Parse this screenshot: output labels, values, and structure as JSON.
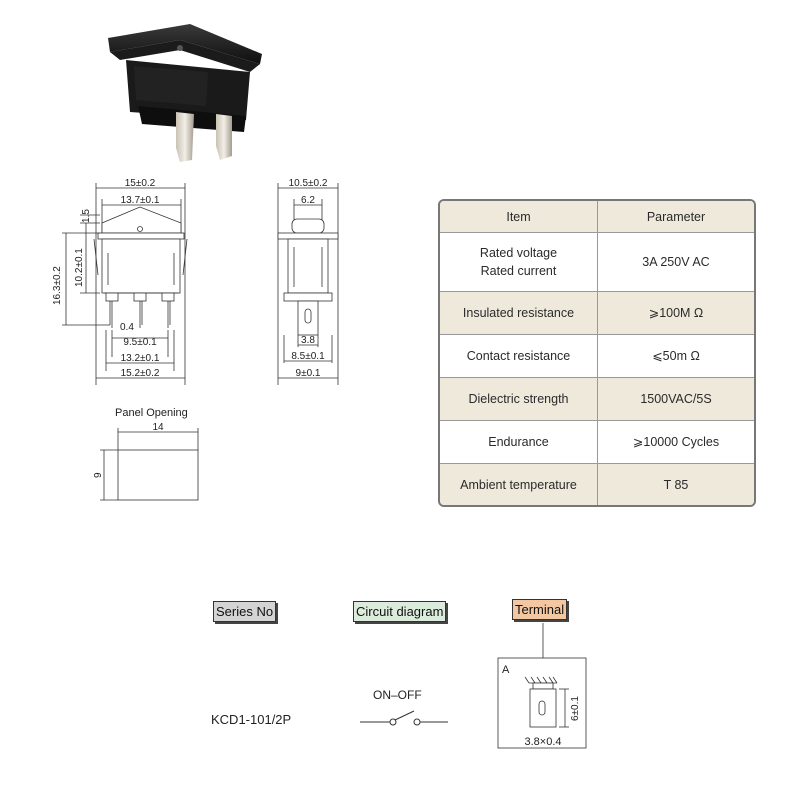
{
  "dimensions_front": {
    "top1": "15±0.2",
    "top2": "13.7±0.1",
    "left_small": "1.5",
    "left_mid": "10.2±0.1",
    "left_total": "16.3±0.2",
    "pin": "0.4",
    "b1": "9.5±0.1",
    "b2": "13.2±0.1",
    "b3": "15.2±0.2"
  },
  "dimensions_side": {
    "top1": "10.5±0.2",
    "top2": "6.2",
    "b0": "3.8",
    "b1": "8.5±0.1",
    "b2": "9±0.1"
  },
  "panel": {
    "title": "Panel Opening",
    "width": "14",
    "height": "9"
  },
  "spec_table": {
    "header": {
      "item": "Item",
      "parameter": "Parameter"
    },
    "rows": [
      {
        "item": "Rated voltage",
        "item2": "Rated current",
        "parameter": "3A 250V AC",
        "bg": "white"
      },
      {
        "item": "Insulated resistance",
        "parameter": "⩾100M Ω",
        "bg": "beige"
      },
      {
        "item": "Contact resistance",
        "parameter": "⩽50m Ω",
        "bg": "white"
      },
      {
        "item": "Dielectric strength",
        "parameter": "1500VAC/5S",
        "bg": "beige"
      },
      {
        "item": "Endurance",
        "parameter": "⩾10000 Cycles",
        "bg": "white"
      },
      {
        "item": "Ambient temperature",
        "parameter": "T 85",
        "bg": "beige"
      }
    ]
  },
  "labels": {
    "series_no": "Series No",
    "circuit_diagram": "Circuit diagram",
    "terminal": "Terminal",
    "model": "KCD1-101/2P",
    "on_off": "ON–OFF",
    "terminal_letter": "A",
    "terminal_height": "6±0.1",
    "terminal_size": "3.8×0.4"
  },
  "colors": {
    "series_no_bg": "#d4d4d4",
    "circuit_bg": "#dcecdc",
    "terminal_bg": "#f2c7a2",
    "table_beige": "#efe9dc"
  }
}
